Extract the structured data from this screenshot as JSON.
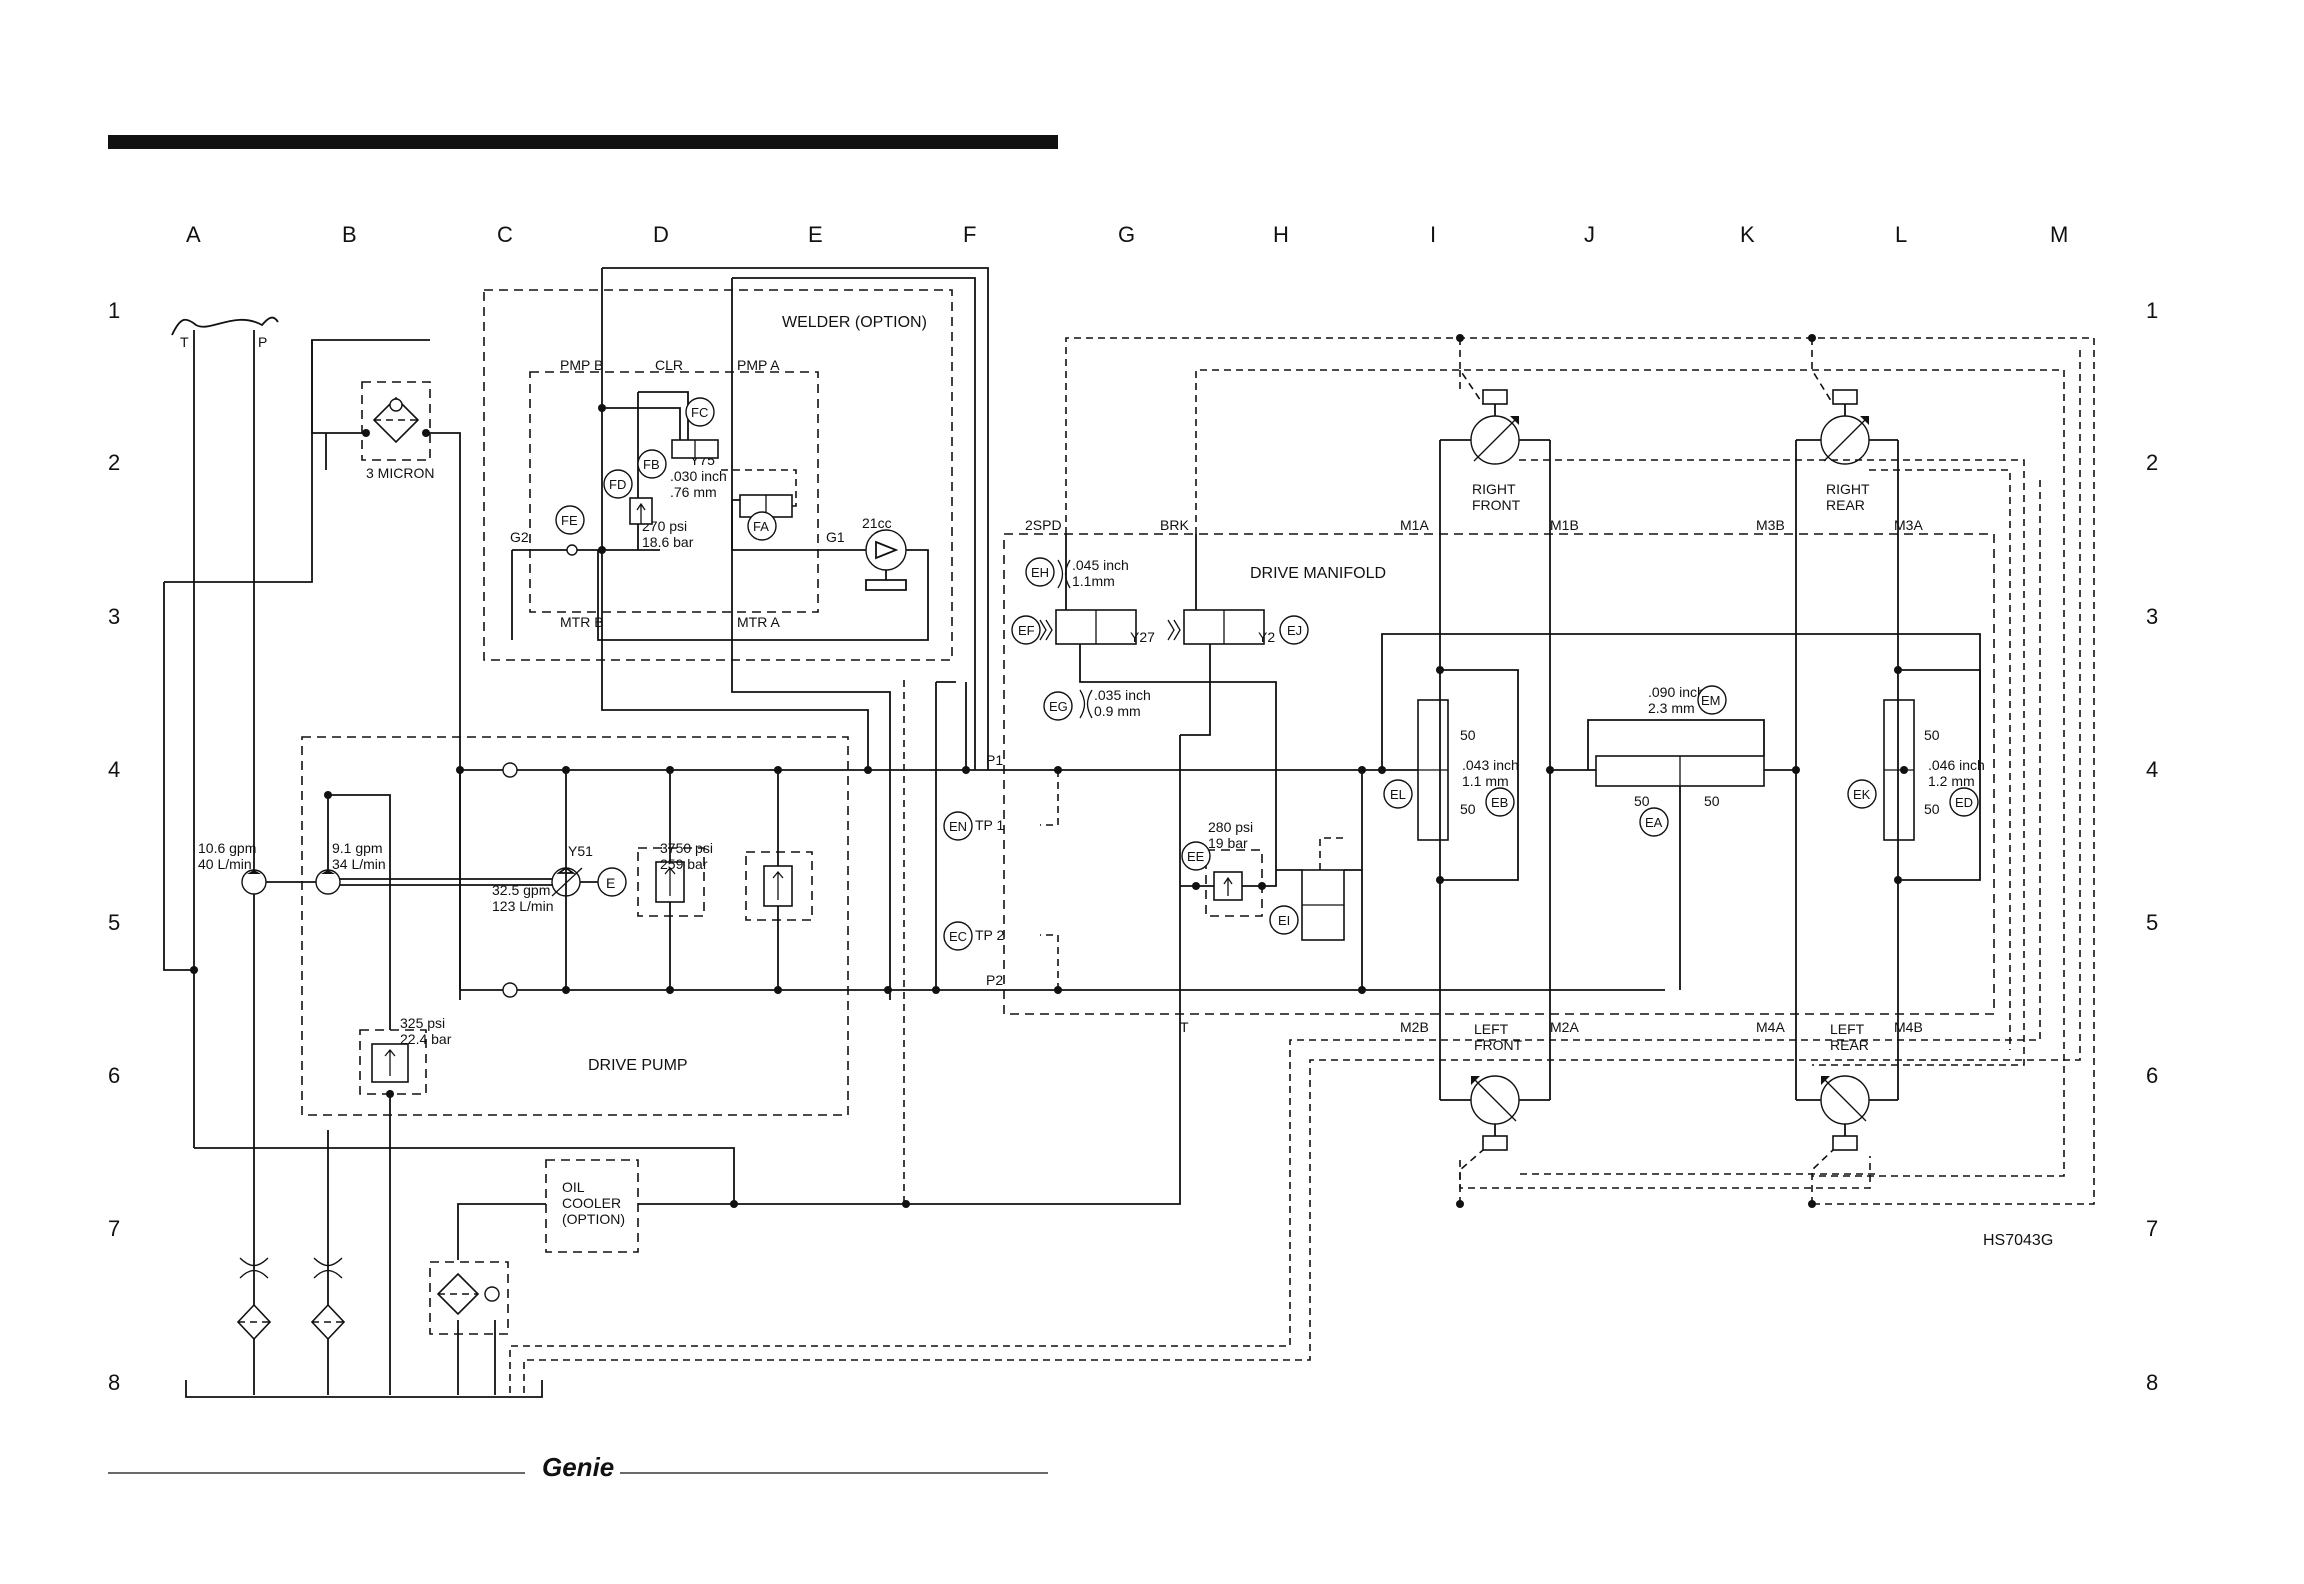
{
  "grid": {
    "columns": [
      "A",
      "B",
      "C",
      "D",
      "E",
      "F",
      "G",
      "H",
      "I",
      "J",
      "K",
      "L",
      "M"
    ],
    "rows": [
      "1",
      "2",
      "3",
      "4",
      "5",
      "6",
      "7",
      "8"
    ]
  },
  "drawing_number": "HS7043G",
  "brand": "Genie",
  "tank": {
    "t": "T",
    "p": "P"
  },
  "filter_3micron": "3 MICRON",
  "welder": {
    "title": "WELDER (OPTION)",
    "pmp_b": "PMP B",
    "clr": "CLR",
    "pmp_a": "PMP A",
    "mtr_b": "MTR B",
    "mtr_a": "MTR A",
    "g1": "G1",
    "g2": "G2",
    "motor": "21cc",
    "orifice_fb_1": ".030 inch",
    "orifice_fb_2": ".76 mm",
    "relief_1": "270 psi",
    "relief_2": "18.6 bar",
    "valve_y": "Y75"
  },
  "drive_pump": {
    "title": "DRIVE PUMP",
    "flow_a1": "10.6 gpm",
    "flow_a2": "40 L/min",
    "flow_b1": "9.1 gpm",
    "flow_b2": "34 L/min",
    "flow_c1": "32.5 gpm",
    "flow_c2": "123 L/min",
    "relief_1": "3750 psi",
    "relief_2": "259 bar",
    "charge_1": "325 psi",
    "charge_2": "22.4 bar",
    "valve_y": "Y51",
    "motor_e": "E"
  },
  "oil_cooler": [
    "OIL",
    "COOLER",
    "(OPTION)"
  ],
  "manifold": {
    "title": "DRIVE MANIFOLD",
    "p1": "P1",
    "p2": "P2",
    "t": "T",
    "tp1": "TP 1",
    "tp2": "TP 2",
    "spd": "2SPD",
    "brk": "BRK",
    "m1a": "M1A",
    "m1b": "M1B",
    "m3b": "M3B",
    "m3a": "M3A",
    "m2b": "M2B",
    "m2a": "M2A",
    "m4a": "M4A",
    "m4b": "M4B",
    "y27": "Y27",
    "y2": "Y2",
    "eh_1": ".045 inch",
    "eh_2": "1.1mm",
    "eg_1": ".035 inch",
    "eg_2": "0.9 mm",
    "ee_1": "280 psi",
    "ee_2": "19 bar",
    "em_1": ".090 inch",
    "em_2": "2.3 mm",
    "eb_1": ".043 inch",
    "eb_2": "1.1 mm",
    "ed_1": ".046 inch",
    "ed_2": "1.2 mm",
    "fifty": "50"
  },
  "wheels": {
    "right_front": [
      "RIGHT",
      "FRONT"
    ],
    "right_rear": [
      "RIGHT",
      "REAR"
    ],
    "left_front": [
      "LEFT",
      "FRONT"
    ],
    "left_rear": [
      "LEFT",
      "REAR"
    ]
  },
  "callouts": {
    "fa": "FA",
    "fb": "FB",
    "fc": "FC",
    "fd": "FD",
    "fe": "FE",
    "ea": "EA",
    "eb": "EB",
    "ec": "EC",
    "ed": "ED",
    "ee": "EE",
    "ef": "EF",
    "eg": "EG",
    "eh": "EH",
    "ei": "EI",
    "ej": "EJ",
    "ek": "EK",
    "el": "EL",
    "em": "EM",
    "en": "EN"
  }
}
